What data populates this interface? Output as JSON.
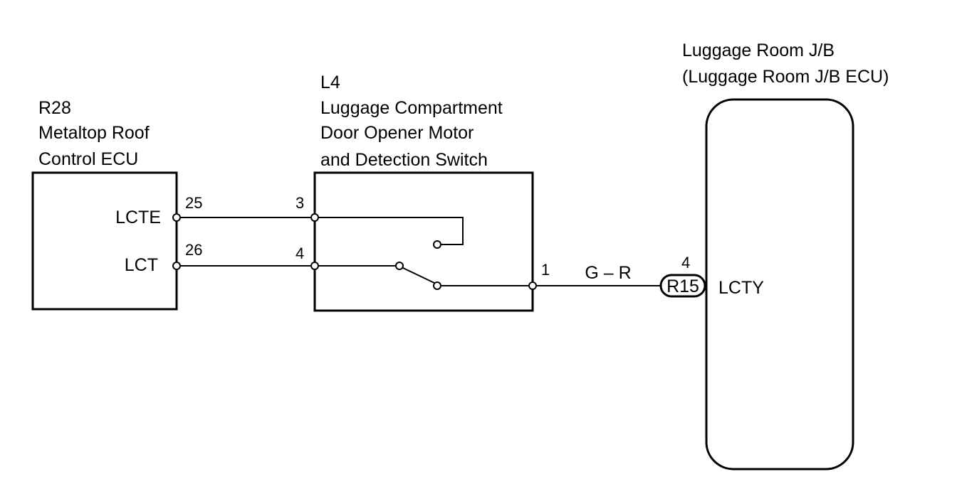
{
  "ecu_r28": {
    "code": "R28",
    "name_line1": "Metaltop Roof",
    "name_line2": "Control ECU",
    "terminal_lcte": "LCTE",
    "terminal_lct": "LCT",
    "pin_lcte": "25",
    "pin_lct": "26"
  },
  "motor_l4": {
    "code": "L4",
    "name_line1": "Luggage Compartment",
    "name_line2": "Door Opener Motor",
    "name_line3": "and Detection Switch",
    "pin_3": "3",
    "pin_4": "4",
    "pin_1": "1"
  },
  "wire": {
    "color_code": "G – R"
  },
  "junction_block": {
    "name_line1": "Luggage Room J/B",
    "name_line2": "(Luggage Room J/B ECU)",
    "connector": "R15",
    "pin": "4",
    "terminal": "LCTY"
  }
}
